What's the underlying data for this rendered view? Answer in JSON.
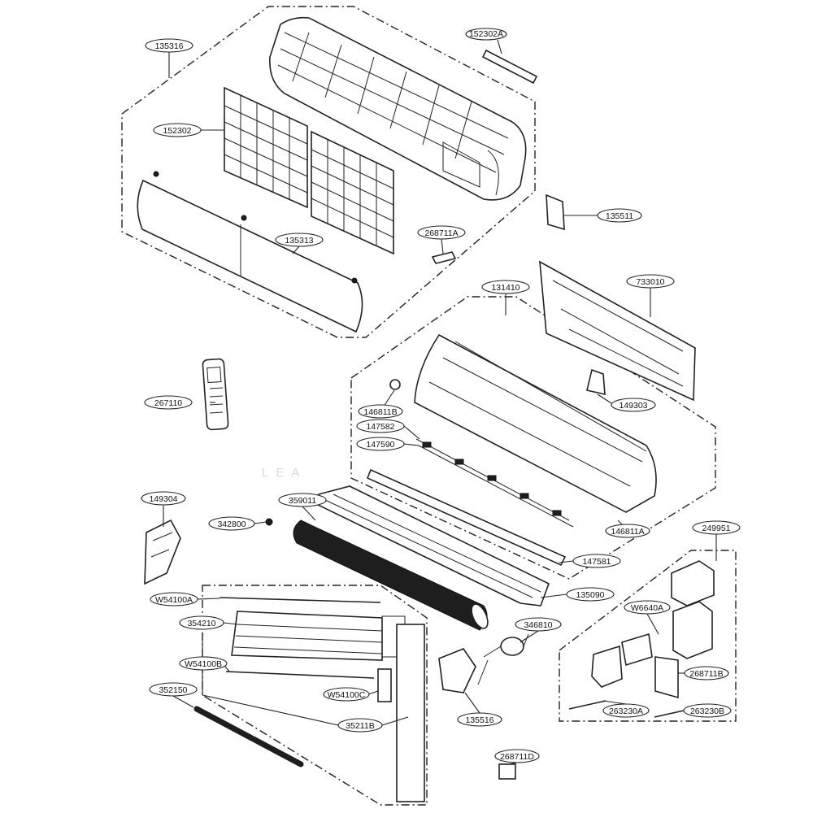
{
  "diagram": {
    "watermark": "LEA",
    "labels": {
      "135316": "135316",
      "152302A": "152302A",
      "152302": "152302",
      "135313": "135313",
      "268711A": "268711A",
      "135511": "135511",
      "733010": "733010",
      "131410": "131410",
      "267110": "267110",
      "146811B": "146811B",
      "147582": "147582",
      "147590": "147590",
      "149303": "149303",
      "149304": "149304",
      "359011": "359011",
      "342800": "342800",
      "146811A": "146811A",
      "147581": "147581",
      "135090": "135090",
      "249951": "249951",
      "W54100A": "W54100A",
      "354210": "354210",
      "346810": "346810",
      "W6640A": "W6640A",
      "W54100B": "W54100B",
      "268711B": "268711B",
      "W54100C": "W54100C",
      "352150": "352150",
      "135516": "135516",
      "263230A": "263230A",
      "263230B": "263230B",
      "35211B": "35211B",
      "268711D": "268711D"
    }
  }
}
